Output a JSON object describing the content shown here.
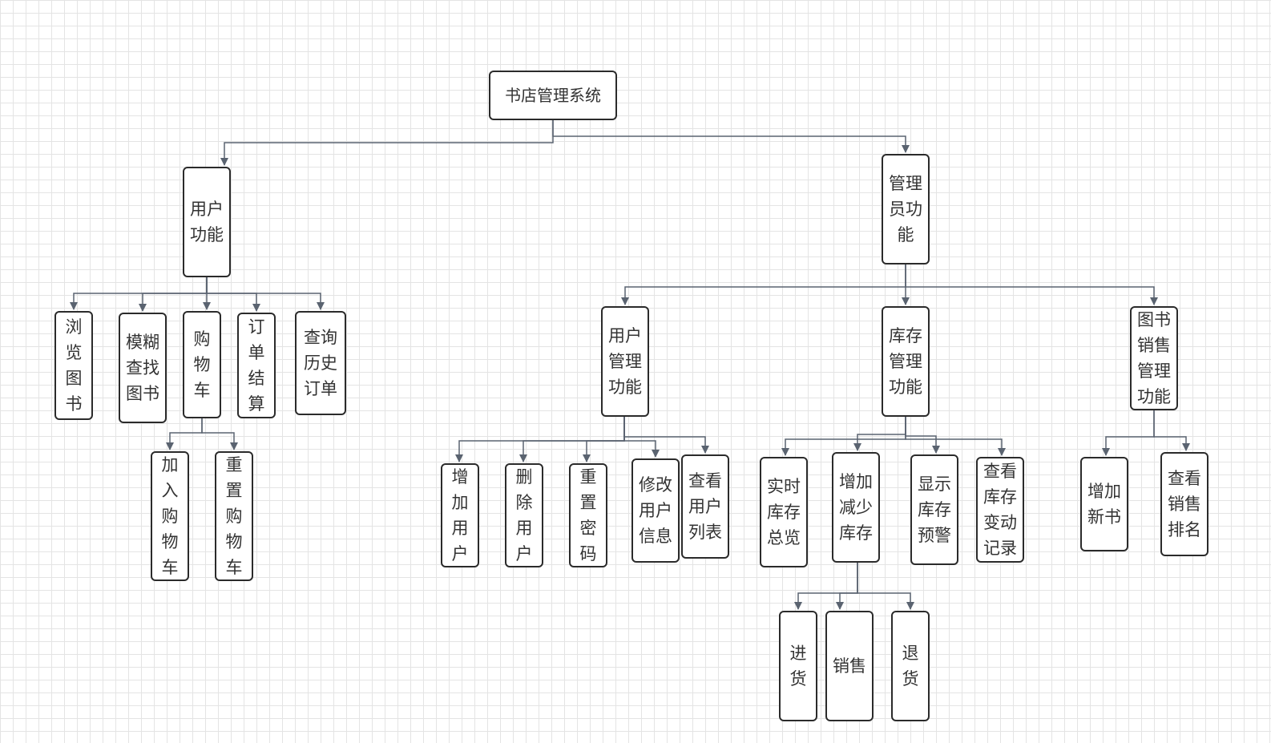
{
  "nodes": {
    "root": "书店管理系统",
    "user_func": "用户\n功能",
    "admin_func": "管理\n员功\n能",
    "browse": "浏\n览\n图\n书",
    "fuzzy_search": "模糊\n查找\n图书",
    "cart": "购\n物\n车",
    "checkout": "订\n单\n结\n算",
    "order_history": "查询\n历史\n订单",
    "add_to_cart": "加\n入\n购\n物\n车",
    "reset_cart": "重\n置\n购\n物\n车",
    "user_mgmt": "用户\n管理\n功能",
    "inventory_mgmt": "库存\n管理\n功能",
    "sales_mgmt": "图书\n销售\n管理\n功能",
    "add_user": "增\n加\n用\n户",
    "delete_user": "删\n除\n用\n户",
    "reset_password": "重\n置\n密\n码",
    "edit_user_info": "修改\n用户\n信息",
    "view_user_list": "查看\n用户\n列表",
    "inventory_overview": "实时\n库存\n总览",
    "adjust_inventory": "增加\n减少\n库存",
    "stock_warning": "显示\n库存\n预警",
    "inventory_log": "查看\n库存\n变动\n记录",
    "add_book": "增加\n新书",
    "sales_ranking": "查看\n销售\n排名",
    "purchase": "进\n货",
    "sale": "销售",
    "return_goods": "退\n货"
  },
  "colors": {
    "node_border": "#2b2b2b",
    "edge": "#5a6370",
    "text": "#333333",
    "grid": "#e4e4e4"
  }
}
